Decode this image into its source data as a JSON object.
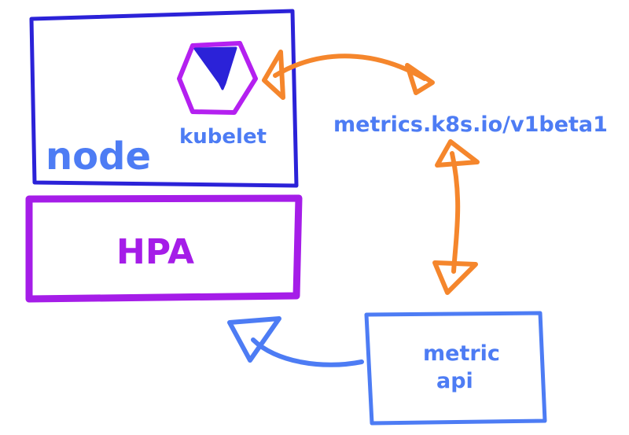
{
  "node": {
    "label": "node",
    "border_color": "#2b22d8"
  },
  "kubelet": {
    "label": "kubelet",
    "icon": "kubelet-hexagon-icon",
    "hex_color": "#b420f0",
    "fill_color": "#2b22d8"
  },
  "hpa": {
    "label": "HPA",
    "border_color": "#a51de8"
  },
  "metrics_endpoint": {
    "label": "metrics.k8s.io/v1beta1"
  },
  "metric_api": {
    "line1": "metric",
    "line2": "api",
    "border_color": "#4d7cf4"
  },
  "colors": {
    "text_blue": "#4d7cf4",
    "arrow_orange": "#f5862c",
    "arrow_blue": "#4d7cf4"
  }
}
